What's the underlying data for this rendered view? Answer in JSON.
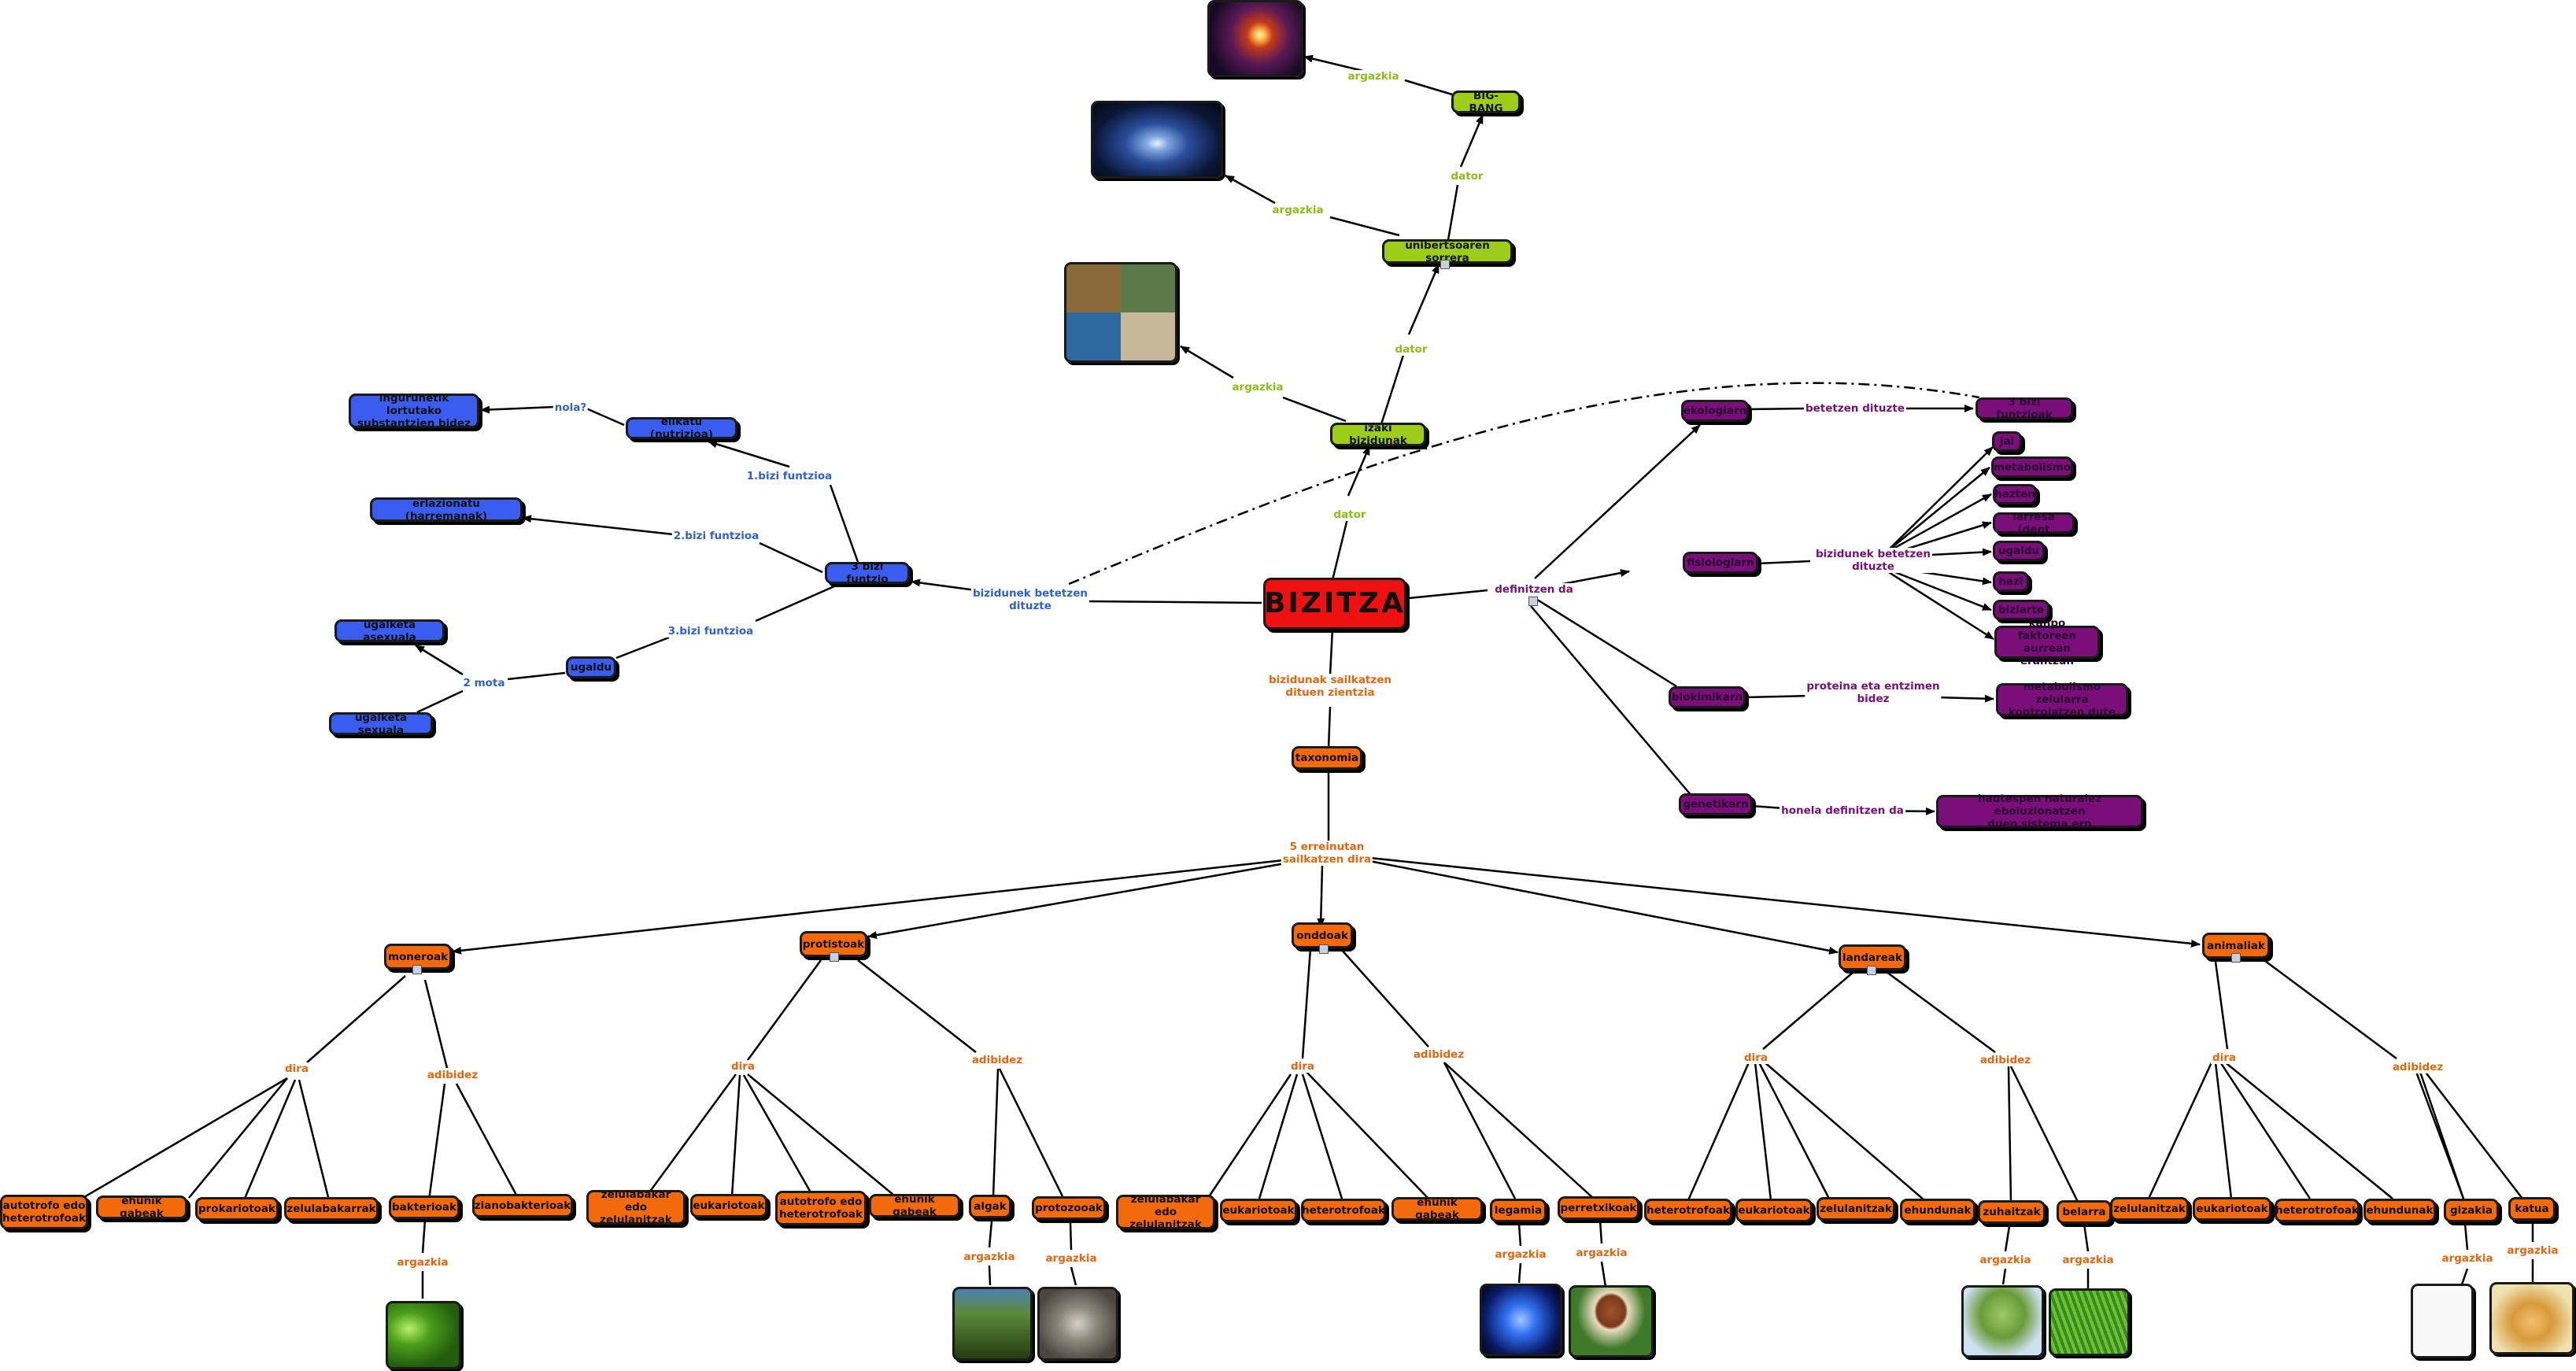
{
  "root": "BIZITZA",
  "nodes": {
    "izaki_bizidunak": "izaki bizidunak",
    "unibertsoaren_sorrera": "unibertsoaren sorrera",
    "big_bang": "BIG-BANG",
    "bizi_funtzio3": "3 bizi funtzio",
    "elikatu": "elikatu (nutrizioa)",
    "ingurunetik": "ingurunetik lortutako\nsubstantzien bidez",
    "erlazionatu": "erlazionatu (harremanak)",
    "ugaldu": "ugaldu",
    "ugalketa_asexuala": "ugalketa asexuala",
    "ugalketa_sexuala": "ugalketa sexuala",
    "ekologiaren": "ekologiarn",
    "bizi_funtzioak3": "3 bizi funtzioak",
    "fisiologiarn": "fisiologiarn",
    "jaio": "jai",
    "metabolismo": "metabolismo",
    "hazi1": "hazten",
    "larreera": "larresa (dent",
    "ugaldu2": "ugaldu",
    "hazi2": "hazi",
    "bizi": "biziarte",
    "kanpo": "kanpo faktoreen\naurrean erantzun",
    "biokimikarn": "biokimikarn",
    "metabolismo2": "metabolismo zelularra\nkontrolatzen dute",
    "genetikarn": "genetikarn",
    "hautespen": "hautespen naturalez eboluzionatzen\nduen sistema ern",
    "taxonomia": "taxonomia",
    "moneroak": "moneroak",
    "protistoak": "protistoak",
    "onddoak": "onddoak",
    "landareak": "landareak",
    "animaliak": "animaliak",
    "m_autotrofo": "autotrofo edo\nheterotrofoak",
    "m_ehunik": "ehunik gabeak",
    "m_prokariotoak": "prokariotoak",
    "m_zelulabakarrak": "zelulabakarrak",
    "m_bakterioak": "bakterioak",
    "m_zianobakterioak": "zianobakterioak",
    "p_zelulabakar": "zelulabakar edo\nzelulanitzak",
    "p_eukariotoak": "eukariotoak",
    "p_autotrofo": "autotrofo edo\nheterotrofoak",
    "p_ehunik": "ehunik gabeak",
    "p_algak": "algak",
    "p_protozooak": "protozooak",
    "o_zelulabakar": "zelulabakar edo\nzelulanitzak",
    "o_eukariotoak": "eukariotoak",
    "o_heterotrofoak": "heterotrofoak",
    "o_ehunik": "ehunik gabeak",
    "o_legamia": "legamia",
    "o_perretxikoak": "perretxikoak",
    "l_heterotrofoak": "heterotrofoak",
    "l_eukariotoak": "eukariotoak",
    "l_zelulanitzak": "zelulanitzak",
    "l_ehundunak": "ehundunak",
    "l_zuhaitzak": "zuhaitzak",
    "l_belarra": "belarra",
    "a_zelulanitzak": "zelulanitzak",
    "a_eukariotoak": "eukariotoak",
    "a_heterotrofoak": "heterotrofoak",
    "a_ehundunak": "ehundunak",
    "a_gizakia": "gizakia",
    "a_katua": "katua"
  },
  "labels": {
    "argazkia": "argazkia",
    "dator": "dator",
    "nola": "nola?",
    "f1": "1.bizi funtzioa",
    "f2": "2.bizi funtzioa",
    "f3": "3.bizi funtzioa",
    "mota2": "2 mota",
    "bizidunek_betetzen": "bizidunek betetzen\ndituzte",
    "definitzen": "definitzen da",
    "betetzen_dituzte": "betetzen dituzte",
    "bizidunek_betetzen2": "bizidunek betetzen\ndituzte",
    "proteina": "proteina eta entzimen\nbidez",
    "honela": "honela definitzen da",
    "sailkatzen": "bizidunak sailkatzen\ndituen zientzia",
    "erreinutan": "5 erreinutan\nsailkatzen dira",
    "dira": "dira",
    "adibidez": "adibidez"
  },
  "colors": {
    "blue": "#3a5df0",
    "green": "#9dcd1a",
    "purple": "#7a0f7a",
    "orange": "#f26a0c",
    "red": "#ee1111"
  }
}
